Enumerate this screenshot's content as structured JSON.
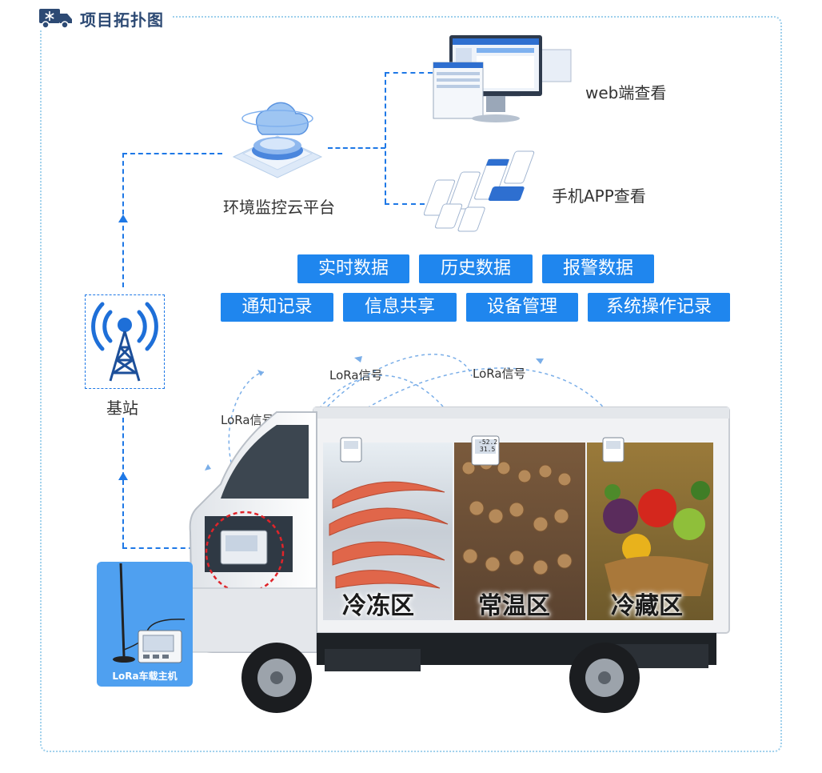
{
  "header": {
    "title": "项目拓扑图",
    "icon": "truck-snowflake-icon"
  },
  "cloud": {
    "label": "环境监控云平台",
    "icon": "cloud-platform-icon"
  },
  "web": {
    "label": "web端查看",
    "icon": "monitor-icon"
  },
  "app": {
    "label": "手机APP查看",
    "icon": "mobile-app-icon"
  },
  "features": [
    {
      "label": "实时数据"
    },
    {
      "label": "历史数据"
    },
    {
      "label": "报警数据"
    },
    {
      "label": "通知记录"
    },
    {
      "label": "信息共享"
    },
    {
      "label": "设备管理"
    },
    {
      "label": "系统操作记录"
    }
  ],
  "station": {
    "label": "基站",
    "icon": "signal-tower-icon"
  },
  "signals": [
    {
      "label": "LoRa信号"
    },
    {
      "label": "LoRa信号"
    },
    {
      "label": "LoRa信号"
    }
  ],
  "sensor_display": {
    "line1": "-52.2",
    "line2": "31.5"
  },
  "host": {
    "label": "LoRa车载主机",
    "icon": "antenna-host-icon"
  },
  "zones": [
    {
      "label": "冷冻区"
    },
    {
      "label": "常温区"
    },
    {
      "label": "冷藏区"
    }
  ],
  "colors": {
    "accent": "#1f86ee",
    "line": "#1e78e6",
    "frame": "#9fd0ec",
    "title": "#2d4a74"
  }
}
